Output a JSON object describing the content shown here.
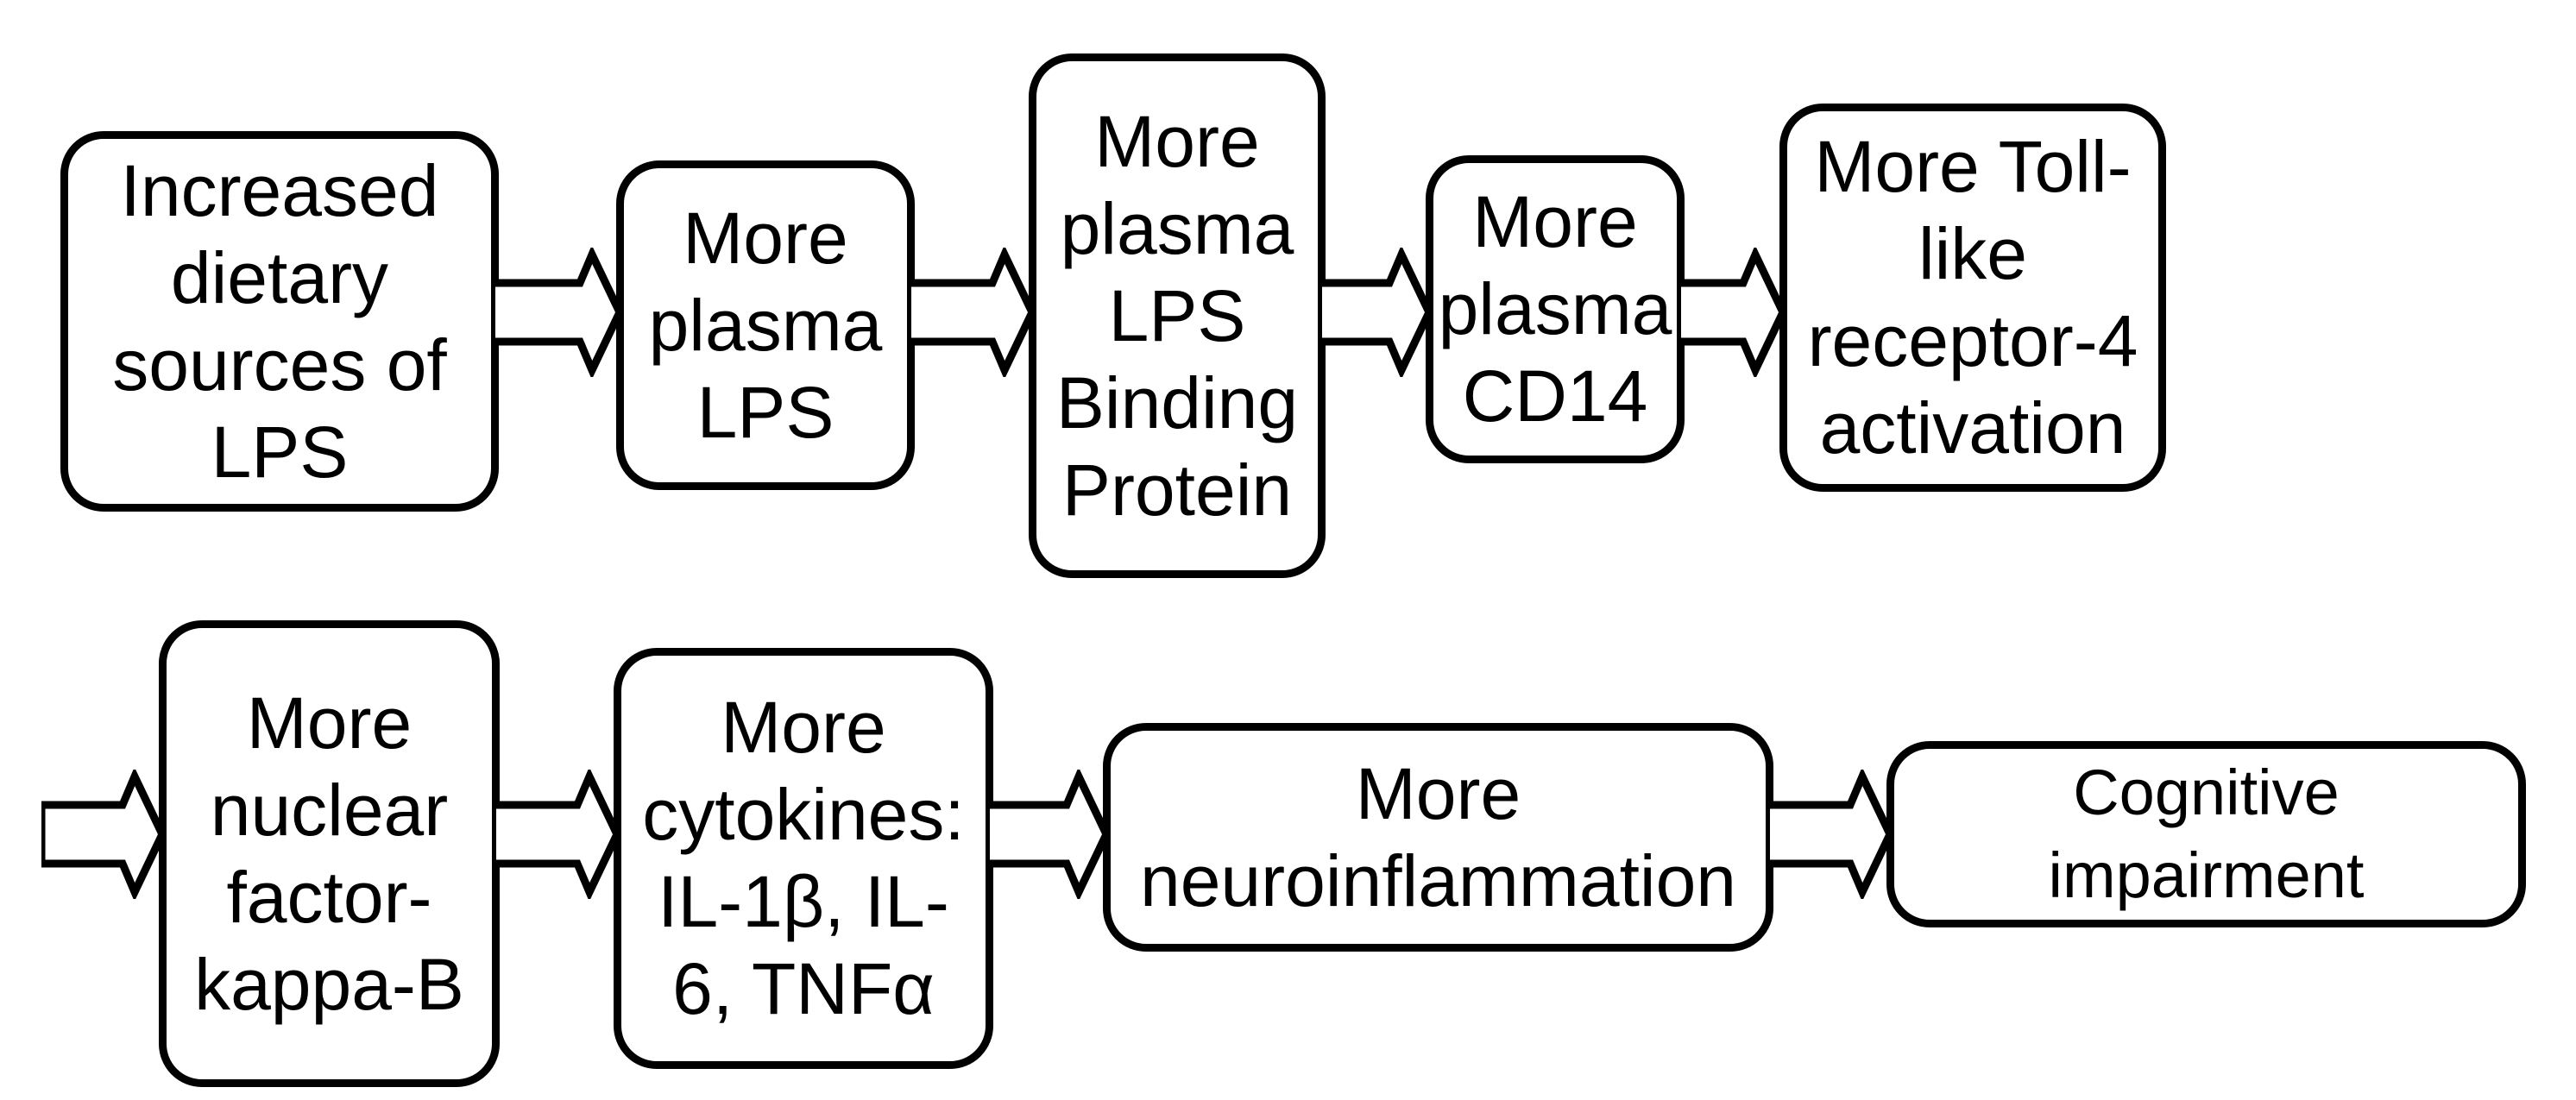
{
  "diagram": {
    "background_color": "#ffffff",
    "line_color": "#000000",
    "node_fill_color": "#ffffff",
    "nodes": [
      {
        "id": "dietary-lps",
        "label": "Increased\ndietary\nsources of\nLPS"
      },
      {
        "id": "plasma-lps",
        "label": "More\nplasma\nLPS"
      },
      {
        "id": "plasma-lps-binding-protein",
        "label": "More\nplasma\nLPS\nBinding\nProtein"
      },
      {
        "id": "plasma-cd14",
        "label": "More\nplasma\nCD14"
      },
      {
        "id": "tlr4-activation",
        "label": "More Toll-\nlike\nreceptor-4\nactivation"
      },
      {
        "id": "nf-kappa-b",
        "label": "More\nnuclear\nfactor-\nkappa-B"
      },
      {
        "id": "cytokines",
        "label": "More\ncytokines:\nIL-1β, IL-\n6, TNFα"
      },
      {
        "id": "neuroinflammation",
        "label": "More\nneuroinflammation"
      },
      {
        "id": "cognitive-impairment",
        "label": "Cognitive\nimpairment"
      }
    ],
    "edges": [
      {
        "from": "dietary-lps",
        "to": "plasma-lps"
      },
      {
        "from": "plasma-lps",
        "to": "plasma-lps-binding-protein"
      },
      {
        "from": "plasma-lps-binding-protein",
        "to": "plasma-cd14"
      },
      {
        "from": "plasma-cd14",
        "to": "tlr4-activation"
      },
      {
        "from": "tlr4-activation",
        "to": "nf-kappa-b",
        "type": "row-wrap-continuation"
      },
      {
        "from": "nf-kappa-b",
        "to": "cytokines"
      },
      {
        "from": "cytokines",
        "to": "neuroinflammation"
      },
      {
        "from": "neuroinflammation",
        "to": "cognitive-impairment"
      }
    ]
  }
}
